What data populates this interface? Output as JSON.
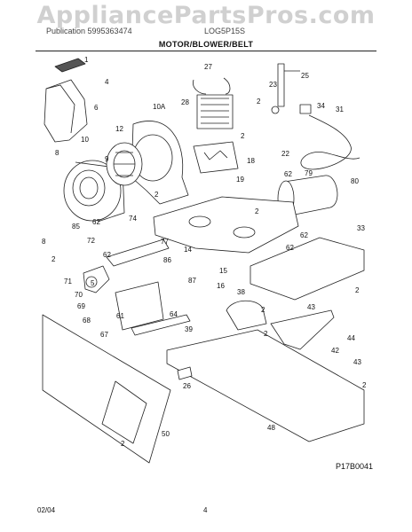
{
  "watermark": "AppliancePartsPros.com",
  "header": {
    "left_text": "Publication 5995363474",
    "right_text": "LOG5P15S"
  },
  "title": "MOTOR/BLOWER/BELT",
  "figure_code": "P17B0041",
  "footer": {
    "date": "02/04",
    "page": "4"
  },
  "callouts": [
    "1",
    "4",
    "6",
    "10",
    "10A",
    "12",
    "9",
    "8",
    "2",
    "27",
    "28",
    "25",
    "23",
    "34",
    "31",
    "2",
    "2",
    "22",
    "18",
    "19",
    "62",
    "79",
    "80",
    "2",
    "62",
    "74",
    "85",
    "72",
    "62",
    "77",
    "8",
    "2",
    "62",
    "86",
    "14",
    "15",
    "33",
    "87",
    "16",
    "71",
    "70",
    "5",
    "69",
    "68",
    "61",
    "64",
    "38",
    "43",
    "2",
    "67",
    "39",
    "2",
    "44",
    "42",
    "43",
    "26",
    "2",
    "48",
    "2",
    "50",
    "2",
    "62"
  ]
}
